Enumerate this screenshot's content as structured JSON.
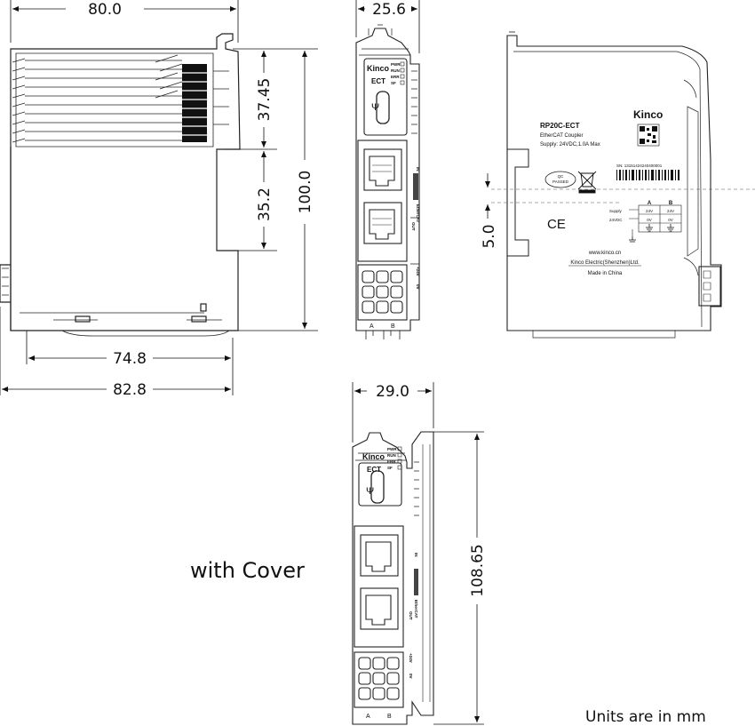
{
  "dimensions": {
    "side_width": "80.0",
    "front_width": "25.6",
    "upper_height": "37.45",
    "lower_height": "35.2",
    "total_height": "100.0",
    "bottom_inner_width": "74.8",
    "bottom_total_width": "82.8",
    "rail_offset": "5.0",
    "cover_width": "29.0",
    "cover_height": "108.65"
  },
  "module": {
    "brand": "Kinco",
    "type_label": "ECT",
    "leds": [
      "PWR",
      "RUN",
      "ERR",
      "SF"
    ],
    "usb_symbol": "Ψ",
    "port_in": "IN",
    "port_out": "OUT",
    "port_logo": "EtherCAT",
    "terminal_0v": "0V",
    "terminal_24v": "+24V",
    "terminal_a": "A",
    "terminal_b": "B"
  },
  "label": {
    "model": "RP20C-ECT",
    "brand": "Kinco",
    "description": "EtherCAT Coupler",
    "supply": "Supply: 24VDC,1.0A Max",
    "serial": "SN: 13151424240400001",
    "qc_line1": "QC",
    "qc_line2": "PASSED",
    "ce_mark": "CE",
    "table_headers": [
      "A",
      "B"
    ],
    "supply_label": "Supply",
    "supply_voltage": "24VDC",
    "row1": [
      "24V",
      "24V"
    ],
    "row2": [
      "0V",
      "0V"
    ],
    "website": "www.kinco.cn",
    "company": "Kinco Electric(Shenzhen)Ltd.",
    "made_in": "Made in China"
  },
  "captions": {
    "with_cover": "with Cover",
    "units": "Units are in mm"
  }
}
